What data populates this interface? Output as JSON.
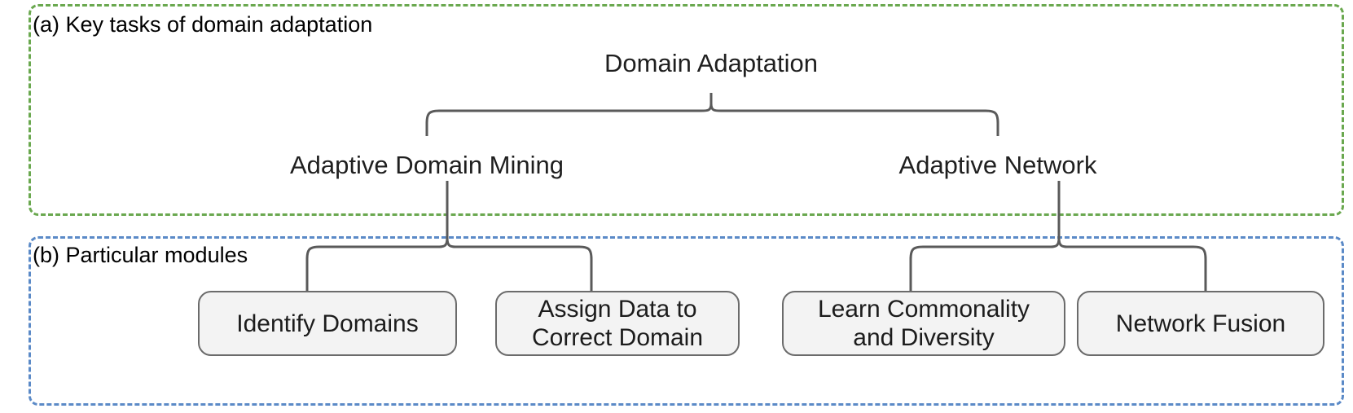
{
  "diagram": {
    "title_root": "Domain Adaptation",
    "groups": [
      {
        "key": "a",
        "label": "(a) Key tasks of domain adaptation",
        "border_color": "#6aa84f",
        "border_style": "dashed"
      },
      {
        "key": "b",
        "label": "(b) Particular modules",
        "border_color": "#5b8ac7",
        "border_style": "dashed"
      }
    ],
    "level2": [
      {
        "label": "Adaptive Domain Mining"
      },
      {
        "label": "Adaptive Network"
      }
    ],
    "modules": [
      {
        "label": "Identify Domains",
        "parent": "Adaptive Domain Mining"
      },
      {
        "label": "Assign Data to Correct Domain",
        "line1": "Assign Data to",
        "line2": "Correct Domain",
        "parent": "Adaptive Domain Mining"
      },
      {
        "label": "Learn Commonality and Diversity",
        "line1": "Learn Commonality",
        "line2": "and Diversity",
        "parent": "Adaptive Network"
      },
      {
        "label": "Network Fusion",
        "parent": "Adaptive Network"
      }
    ],
    "colors": {
      "group_a_border": "#6aa84f",
      "group_b_border": "#5b8ac7",
      "connector": "#5a5a5a",
      "box_fill": "#f3f3f3",
      "box_border": "#6b6b6b",
      "text": "#1c1c1c"
    }
  }
}
